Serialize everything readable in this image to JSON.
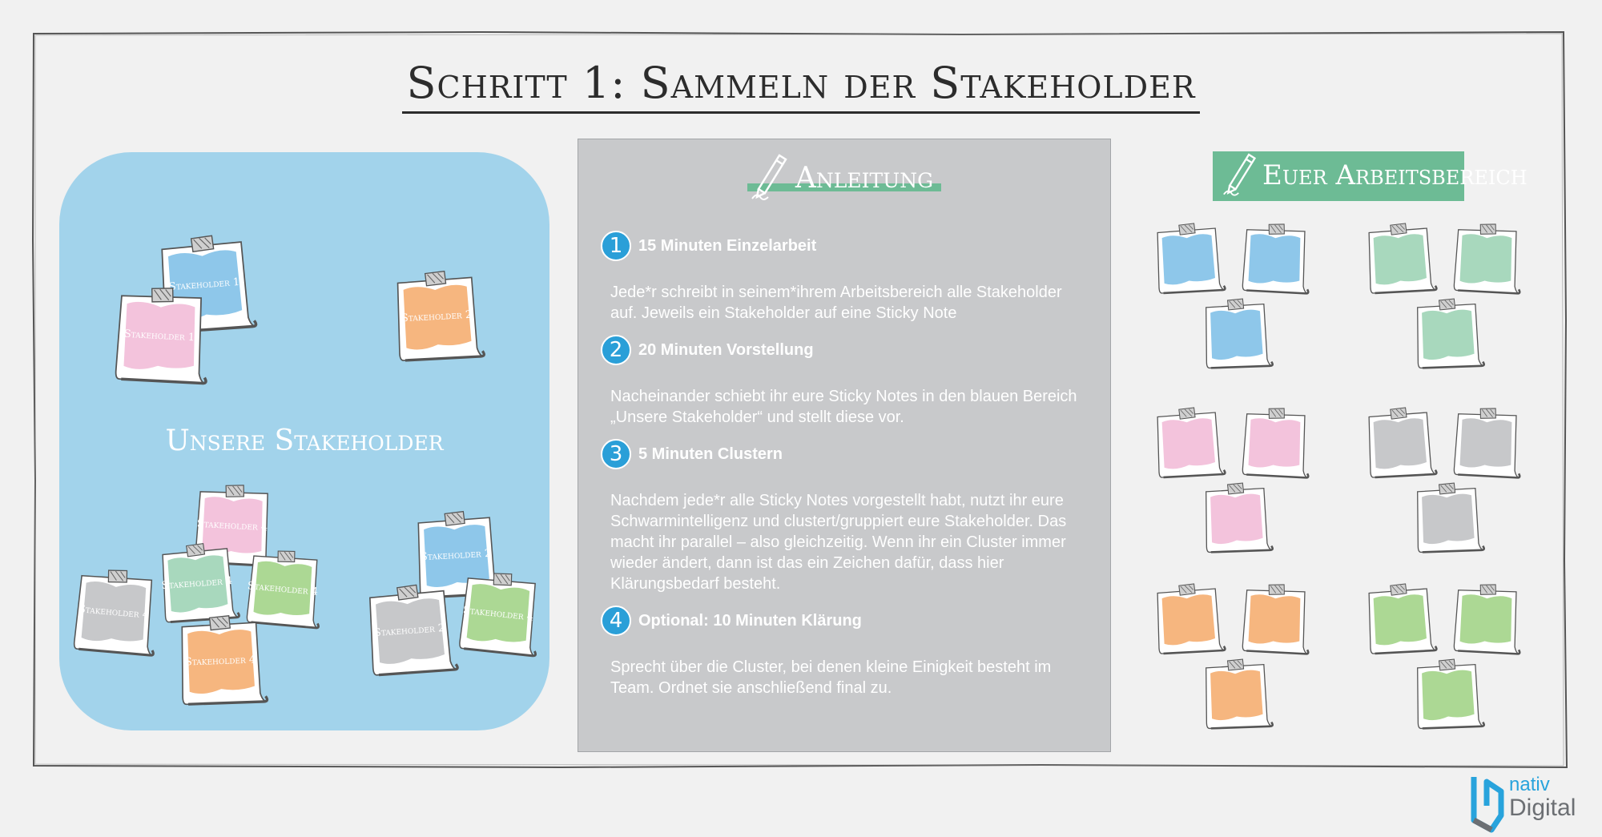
{
  "title": "Schritt 1: Sammeln der Stakeholder",
  "colors": {
    "blue_area": "#a2d3eb",
    "panel": "#c8c9cb",
    "accent_green": "#6dbb95",
    "step_blue": "#2a9fd8",
    "note_blue": "#8ec7ea",
    "note_pink": "#f3c3dc",
    "note_orange": "#f6b67f",
    "note_mint": "#a8d8bd",
    "note_grey": "#c7c8ca",
    "note_green": "#acd894"
  },
  "stakeholder_area": {
    "label": "Unsere Stakeholder",
    "notes": [
      {
        "color": "#8ec7ea",
        "label": "Stakeholder 1"
      },
      {
        "color": "#f3c3dc",
        "label": "Stakeholder 1"
      },
      {
        "color": "#f6b67f",
        "label": "Stakeholder 2"
      },
      {
        "color": "#f3c3dc",
        "label": "Stakeholder 4"
      },
      {
        "color": "#a8d8bd",
        "label": "Stakeholder 4"
      },
      {
        "color": "#acd894",
        "label": "Stakeholder 4"
      },
      {
        "color": "#c7c8ca",
        "label": "Stakeholder 4"
      },
      {
        "color": "#f6b67f",
        "label": "Stakeholder 4"
      },
      {
        "color": "#8ec7ea",
        "label": "Stakeholder 2"
      },
      {
        "color": "#acd894",
        "label": "Stakeholder 4"
      },
      {
        "color": "#c7c8ca",
        "label": "Stakeholder 2"
      }
    ]
  },
  "instructions": {
    "heading": "Anleitung",
    "icon": "pen-icon",
    "steps": [
      {
        "number": "1",
        "title": "15 Minuten Einzelarbeit",
        "text": "Jede*r schreibt in seinem*ihrem Arbeitsbereich alle Stakeholder auf. Jeweils ein Stakeholder auf eine Sticky Note"
      },
      {
        "number": "2",
        "title": "20 Minuten Vorstellung",
        "text": "Nacheinander schiebt ihr eure Sticky Notes in den blauen Bereich „Unsere Stakeholder“ und stellt diese vor."
      },
      {
        "number": "3",
        "title": "5 Minuten Clustern",
        "text": "Nachdem jede*r alle Sticky Notes vorgestellt habt, nutzt ihr eure Schwarmintelligenz und clustert/gruppiert eure Stakeholder. Das macht ihr parallel – also gleichzeitig. Wenn ihr ein Cluster immer wieder ändert, dann ist das ein Zeichen dafür, dass hier Klärungsbedarf besteht."
      },
      {
        "number": "4",
        "title": "Optional: 10 Minuten Klärung",
        "text": "Sprecht über die Cluster, bei denen kleine Einigkeit besteht im Team. Ordnet sie anschließend final zu."
      }
    ]
  },
  "workspace": {
    "heading": "Euer Arbeitsbereich",
    "icon": "pen-icon",
    "groups": [
      {
        "color": "#8ec7ea",
        "count": 3
      },
      {
        "color": "#a8d8bd",
        "count": 3
      },
      {
        "color": "#f3c3dc",
        "count": 3
      },
      {
        "color": "#c7c8ca",
        "count": 3
      },
      {
        "color": "#f6b67f",
        "count": 3
      },
      {
        "color": "#acd894",
        "count": 3
      }
    ]
  },
  "logo": {
    "line1": "nativ",
    "line2": "Digital"
  }
}
